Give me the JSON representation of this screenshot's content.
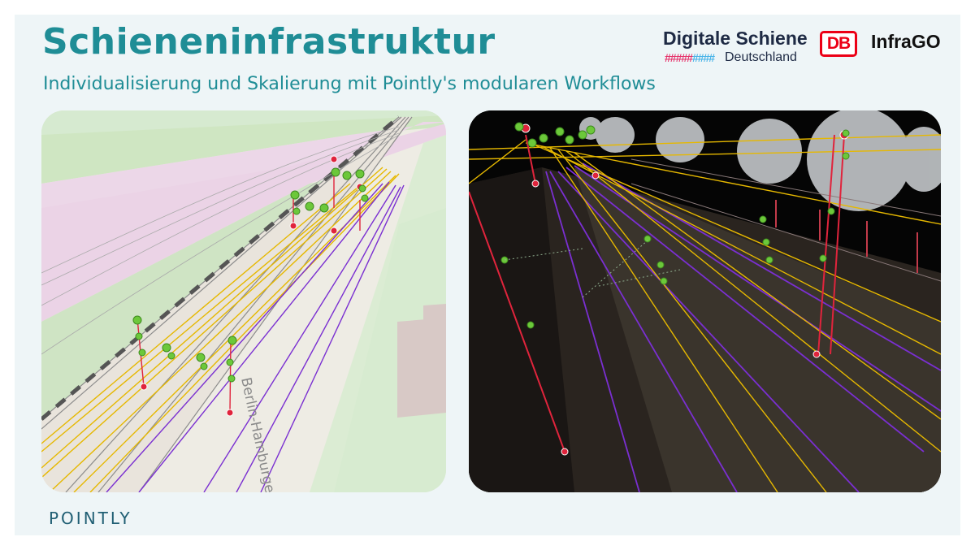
{
  "slide": {
    "title": "Schieneninfrastruktur",
    "subtitle": "Individualisierung und Skalierung mit Pointly's modularen Workflows"
  },
  "logos": {
    "digitale_schiene": "Digitale Schiene",
    "hashes": [
      "#####",
      "####"
    ],
    "deutschland": "Deutschland",
    "db": "DB",
    "infrago": "InfraGO"
  },
  "map_view": {
    "street_label": "Berlin-Hamburger Ba"
  },
  "footer": {
    "brand": "POINTLY"
  },
  "colors": {
    "accent": "#1f8d96",
    "wire": "#e6b800",
    "rail": "#7a2fd1",
    "pole": "#e0243c",
    "node": "#6cc83a"
  }
}
